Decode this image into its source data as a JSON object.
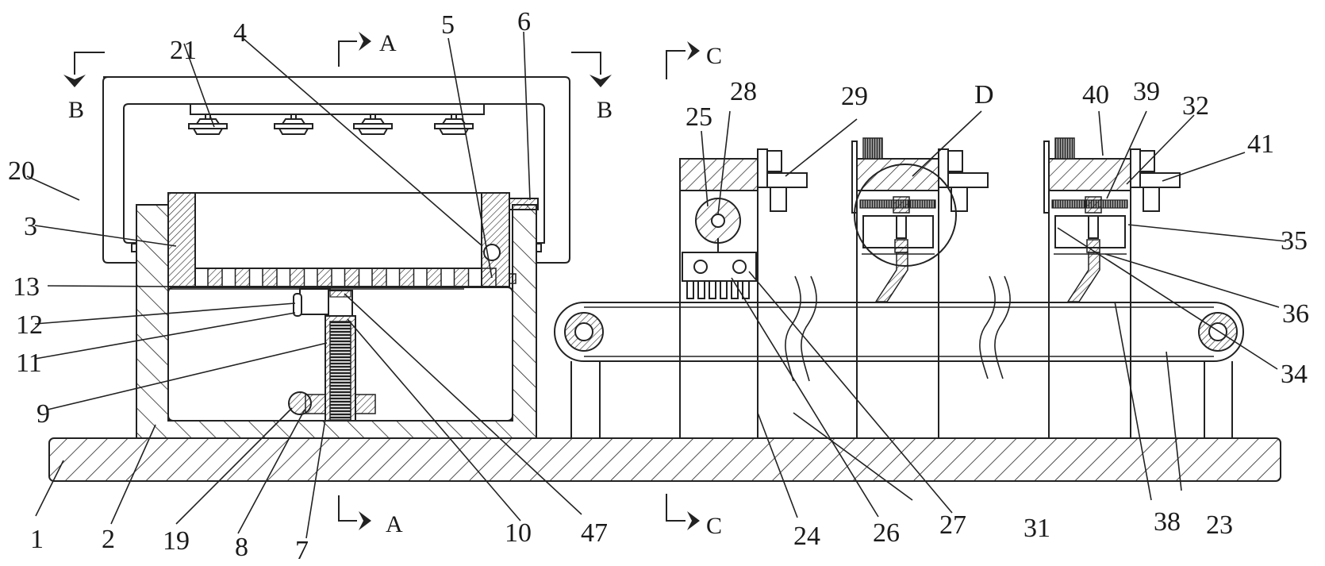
{
  "figure": {
    "type": "mechanical-drawing",
    "section_markers": [
      {
        "id": "A-top",
        "letter": "A"
      },
      {
        "id": "A-bottom",
        "letter": "A"
      },
      {
        "id": "B-left",
        "letter": "B"
      },
      {
        "id": "B-right",
        "letter": "B"
      },
      {
        "id": "C-top",
        "letter": "C"
      },
      {
        "id": "C-bottom",
        "letter": "C"
      }
    ],
    "detail_marker": "D",
    "labels": {
      "l1": "1",
      "l2": "2",
      "l3": "3",
      "l4": "4",
      "l5": "5",
      "l6": "6",
      "l7": "7",
      "l8": "8",
      "l9": "9",
      "l10": "10",
      "l11": "11",
      "l12": "12",
      "l13": "13",
      "l19": "19",
      "l20": "20",
      "l21": "21",
      "l23": "23",
      "l24": "24",
      "l25": "25",
      "l26": "26",
      "l27": "27",
      "l28": "28",
      "l29": "29",
      "l31": "31",
      "l32": "32",
      "l34": "34",
      "l35": "35",
      "l36": "36",
      "l38": "38",
      "l39": "39",
      "l40": "40",
      "l41": "41",
      "l47": "47"
    },
    "colors": {
      "line": "#222222",
      "background": "#ffffff"
    }
  }
}
